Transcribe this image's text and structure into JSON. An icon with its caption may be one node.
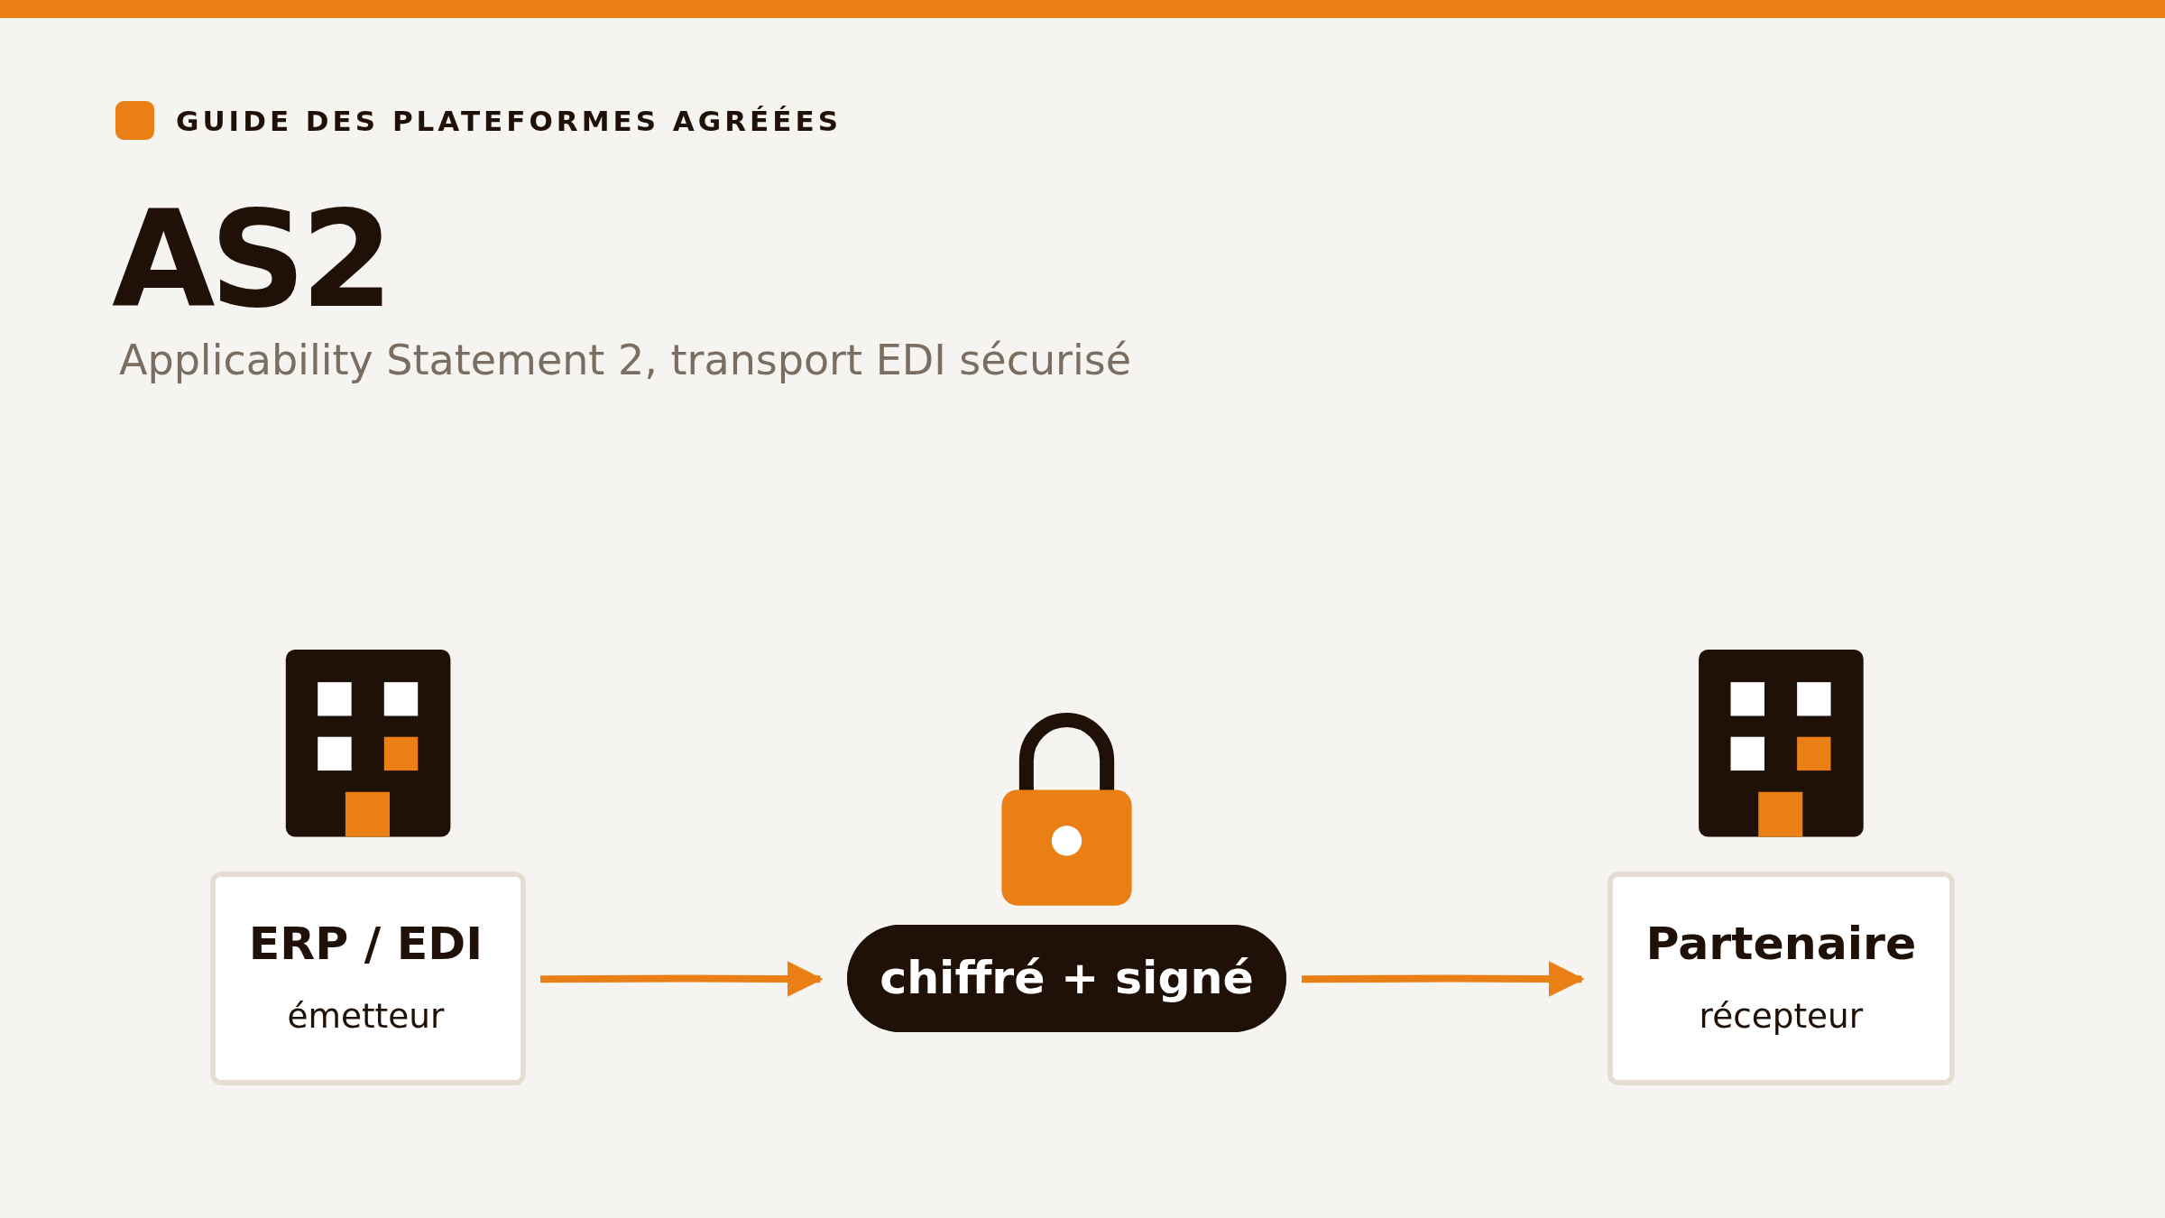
{
  "diagram": {
    "title": "AS2",
    "nodes": [
      {
        "text": [
          "ERP / EDI",
          "émetteur"
        ]
      },
      {
        "text": [
          "chiffré + signé"
        ]
      },
      {
        "text": [
          "Partenaire",
          "récepteur"
        ]
      }
    ],
    "edges": [
      {
        "from": 0,
        "to": 1,
        "arrow": "to"
      },
      {
        "from": 1,
        "to": 2,
        "arrow": "to"
      }
    ],
    "labels": [
      "GUIDE DES PLATEFORMES AGRÉÉES",
      "Applicability Statement 2, transport EDI sécurisé"
    ]
  }
}
